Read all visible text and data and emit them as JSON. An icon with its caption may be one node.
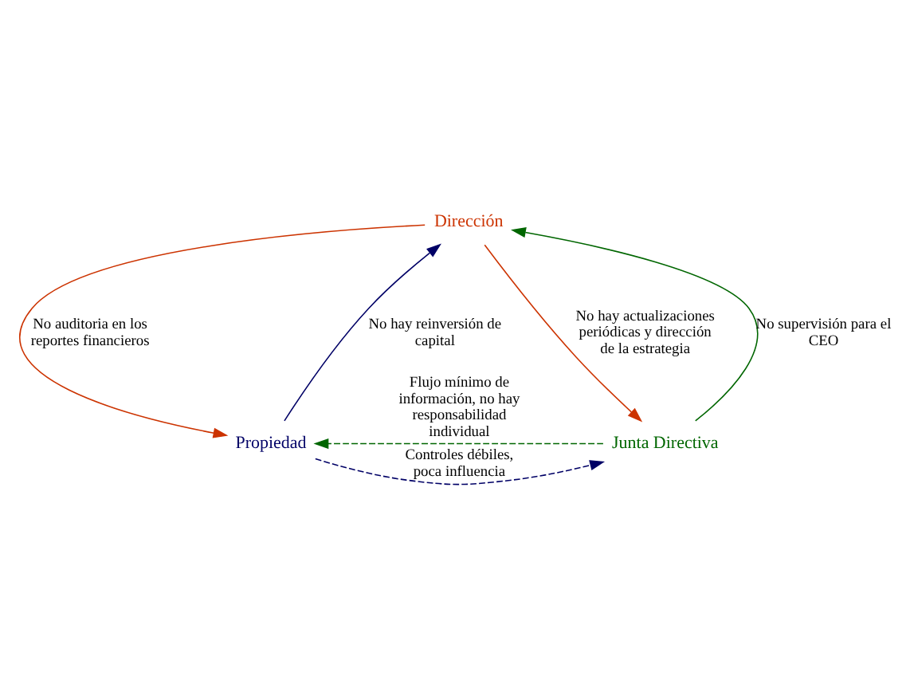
{
  "diagram": {
    "nodes": [
      {
        "text": [
          "Dirección"
        ]
      },
      {
        "text": [
          "Propiedad"
        ]
      },
      {
        "text": [
          "Junta Directiva"
        ]
      }
    ],
    "edges": [
      {
        "from": 0,
        "to": 1,
        "arrow": "to",
        "label": "No auditoria en los reportes financieros",
        "color": "#cc3300"
      },
      {
        "from": 1,
        "to": 0,
        "arrow": "to",
        "label": "No hay reinversión de capital",
        "color": "#000066"
      },
      {
        "from": 2,
        "to": 0,
        "arrow": "to",
        "label": "No supervisión para el CEO",
        "color": "#006600"
      },
      {
        "from": 0,
        "to": 2,
        "arrow": "to",
        "label": "No hay actualizaciones periódicas y dirección de la estrategia",
        "color": "#cc3300"
      },
      {
        "from": 1,
        "to": 2,
        "arrow": "to",
        "label": "Controles débiles, poca influencia",
        "style": "dashed",
        "color": "#000066"
      },
      {
        "from": 2,
        "to": 1,
        "arrow": "to",
        "label": "Flujo mínimo de información, no hay responsabilidad individual",
        "style": "dashed",
        "color": "#006600"
      }
    ]
  }
}
